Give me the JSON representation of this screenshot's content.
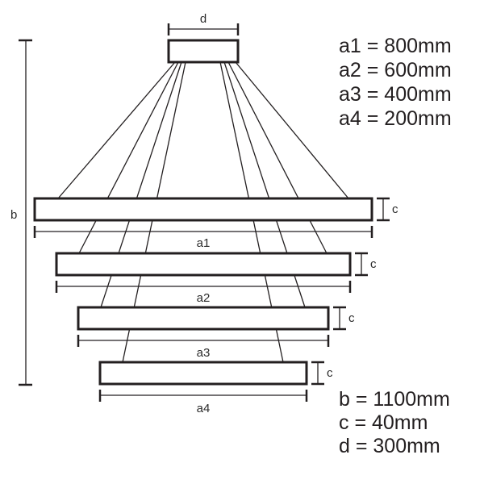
{
  "labels": {
    "d": "d",
    "b": "b",
    "c": "c",
    "a1": "a1",
    "a2": "a2",
    "a3": "a3",
    "a4": "a4"
  },
  "specs_top": [
    "a1 = 800mm",
    "a2 = 600mm",
    "a3 = 400mm",
    "a4 = 200mm"
  ],
  "specs_bottom": [
    "b = 1100mm",
    "c = 40mm",
    "d = 300mm"
  ],
  "colors": {
    "line": "#231f20",
    "background": "#ffffff"
  }
}
